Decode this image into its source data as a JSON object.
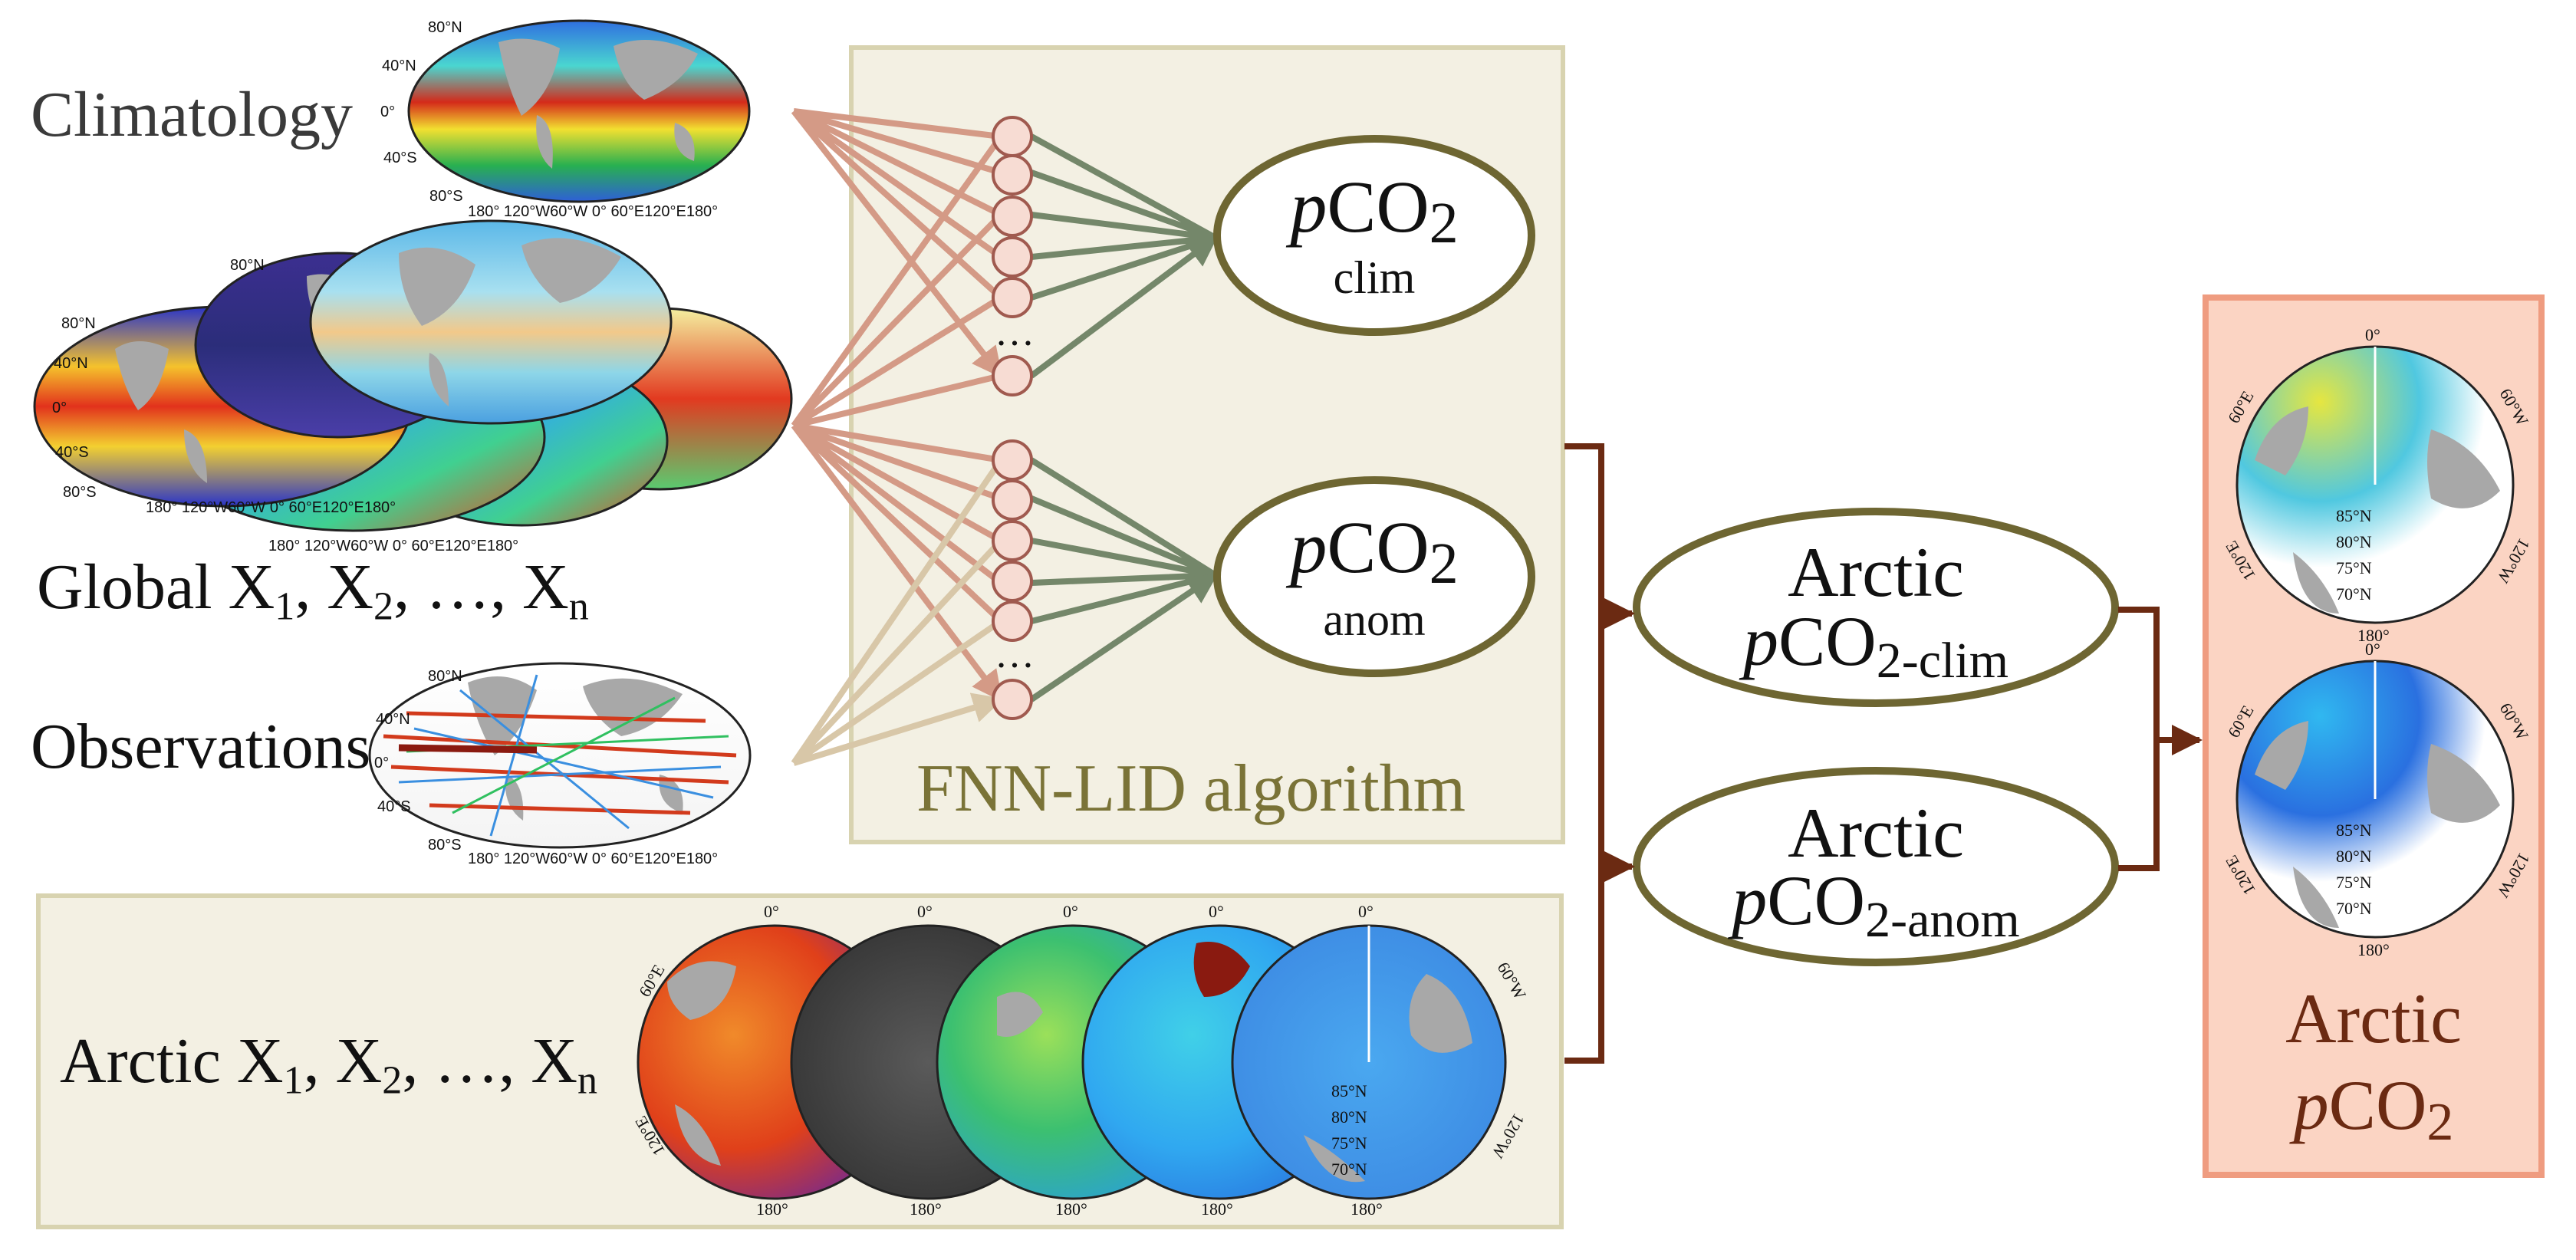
{
  "labels": {
    "climatology": "Climatology",
    "global_prefix": "Global X",
    "observations": "Observations",
    "arctic_inputs_prefix": "Arctic X",
    "var_sep": ", X",
    "ellipsis": ", …, X",
    "sub_1": "1",
    "sub_2": "2",
    "sub_n": "n",
    "algorithm": "FNN-LID algorithm",
    "p": "p",
    "co": "CO",
    "two": "2",
    "clim": "clim",
    "anom": "anom",
    "arctic": "Arctic",
    "two_clim": "2-clim",
    "two_anom": "2-anom",
    "arctic_out": "Arctic",
    "neuron_dots": "…"
  },
  "map_ticks": {
    "lat": [
      "80°N",
      "40°N",
      "0°",
      "40°S",
      "80°S"
    ],
    "lon": "180° 120°W60°W  0°  60°E120°E180°",
    "polar_top": "0°",
    "polar_bottom": "180°",
    "polar_left": "60°E",
    "polar_right": "60°W",
    "polar_left2": "120°E",
    "polar_right2": "120°W",
    "polar_rings": [
      "85°N",
      "80°N",
      "75°N",
      "70°N"
    ]
  },
  "colors": {
    "algo_fill": "#f3f0e3",
    "algo_stroke": "#d8d3b0",
    "ellipse_stroke": "#6e6632",
    "algo_text": "#7a7337",
    "neuron_fill": "#f7dcd3",
    "neuron_stroke": "#a05a4f",
    "arrow_in": "#d49a86",
    "arrow_obs": "#d8c7a8",
    "arrow_out": "#74876a",
    "connector": "#6b2a12",
    "output_fill": "#fbd4c3",
    "output_stroke": "#ef9c80",
    "output_text": "#6b2a12",
    "land": "#a8a8a8",
    "ocean_blue": "#3a8fe0"
  }
}
